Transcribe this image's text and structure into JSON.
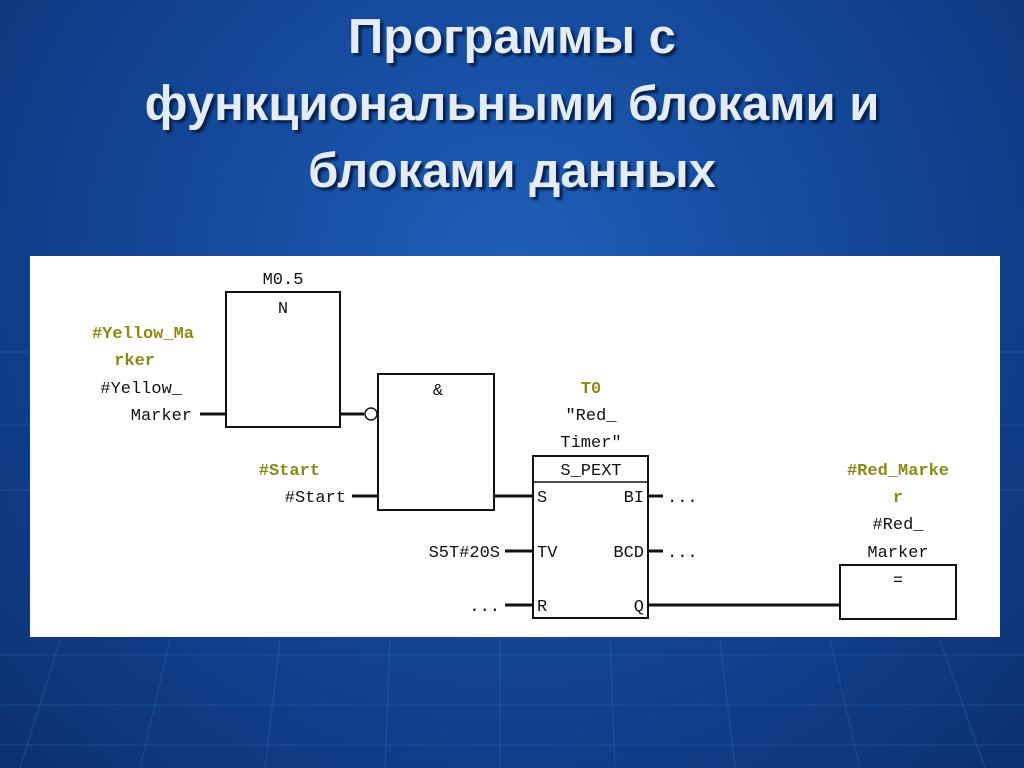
{
  "title": {
    "lines": [
      "Программы с",
      "функциональными блоками и",
      "блоками данных"
    ]
  },
  "diagram": {
    "neg_edge_block": {
      "address": "M0.5",
      "label": "N"
    },
    "input_yellow": {
      "symbol_line1": "#Yellow_Ma",
      "symbol_line2": "rker",
      "param_line1": "#Yellow_",
      "param_line2": "Marker"
    },
    "and_block": {
      "label": "&"
    },
    "input_start": {
      "symbol": "#Start",
      "param": "#Start"
    },
    "timer": {
      "address": "T0",
      "name_line1": "\"Red_",
      "name_line2": "Timer\"",
      "type": "S_PEXT",
      "pin_s": "S",
      "pin_tv": "TV",
      "pin_r": "R",
      "pin_bi": "BI",
      "pin_bcd": "BCD",
      "pin_q": "Q",
      "tv_value": "S5T#20S",
      "r_value": "...",
      "bi_value": "...",
      "bcd_value": "..."
    },
    "output_red": {
      "symbol_line1": "#Red_Marke",
      "symbol_line2": "r",
      "param_line1": "#Red_",
      "param_line2": "Marker",
      "coil_label": "="
    },
    "colors": {
      "symbol_text": "#8a8a14",
      "lines": "#111111"
    }
  }
}
